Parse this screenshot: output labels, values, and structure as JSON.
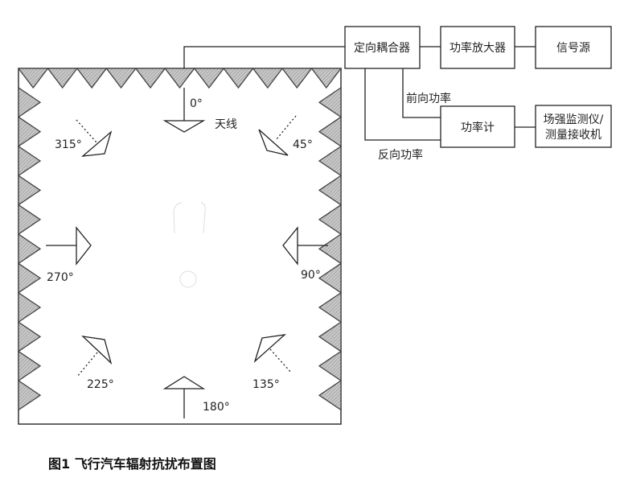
{
  "blocks": {
    "coupler": "定向耦合器",
    "amplifier": "功率放大器",
    "signal_source": "信号源",
    "power_meter": "功率计",
    "monitor_line1": "场强监测仪/",
    "monitor_line2": "测量接收机"
  },
  "paths": {
    "forward_power": "前向功率",
    "reverse_power": "反向功率"
  },
  "antenna": {
    "label": "天线",
    "angles": {
      "a0": "0°",
      "a45": "45°",
      "a90": "90°",
      "a135": "135°",
      "a180": "180°",
      "a225": "225°",
      "a270": "270°",
      "a315": "315°"
    }
  },
  "caption": "图1 飞行汽车辐射抗扰布置图"
}
